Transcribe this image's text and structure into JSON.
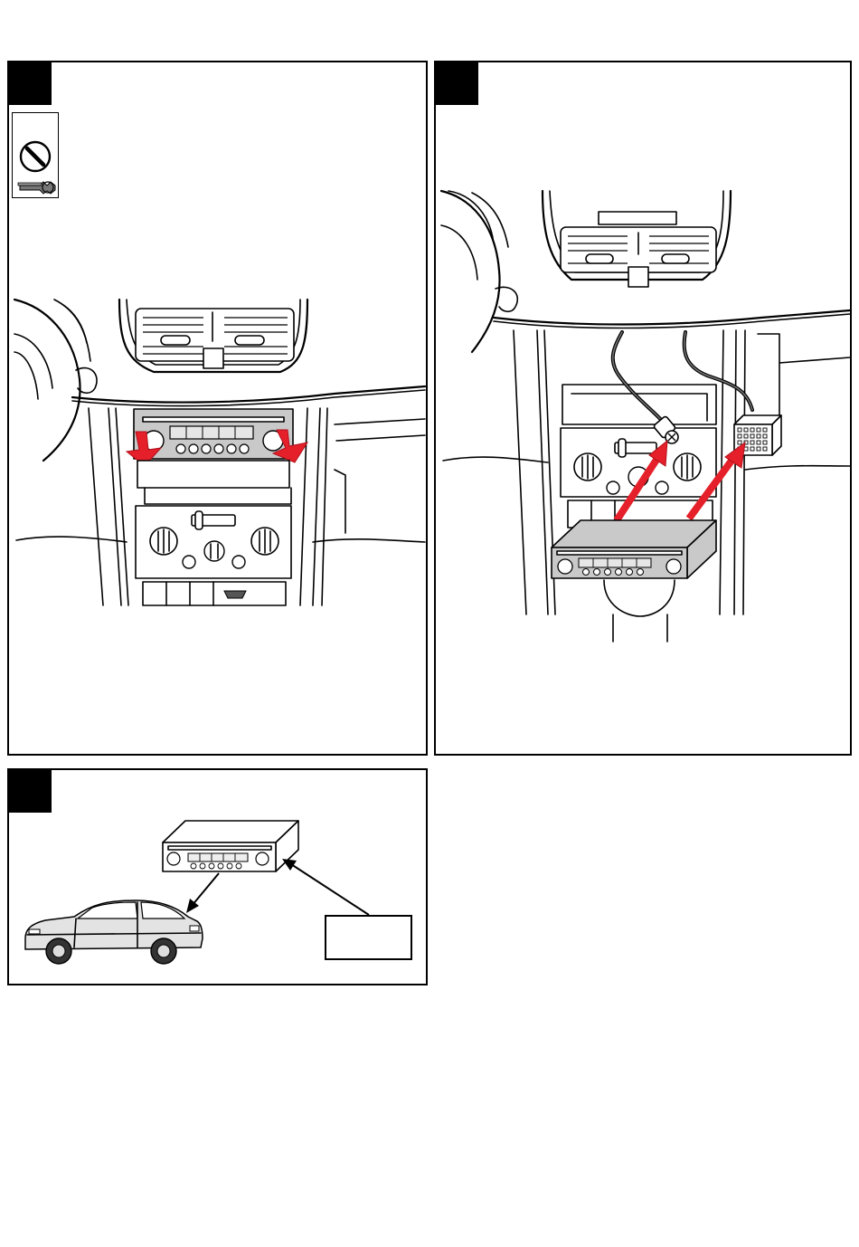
{
  "steps": [
    {
      "id": "step-1",
      "tool": "screwdriver-and-removal-keys-icon",
      "illustration": "dashboard-remove-radio",
      "arrow_color": "#e5202a"
    },
    {
      "id": "step-2",
      "illustration": "dashboard-connect-cables",
      "connectors": [
        "antenna-connector",
        "iso-connector"
      ],
      "arrow_color": "#e5202a"
    },
    {
      "id": "step-3",
      "illustration": "radio-to-car-diagram",
      "callout_text": ""
    }
  ],
  "colors": {
    "border": "#000000",
    "badge": "#000000",
    "accent_arrow": "#e5202a",
    "radio_fill": "#c9c9c9"
  }
}
